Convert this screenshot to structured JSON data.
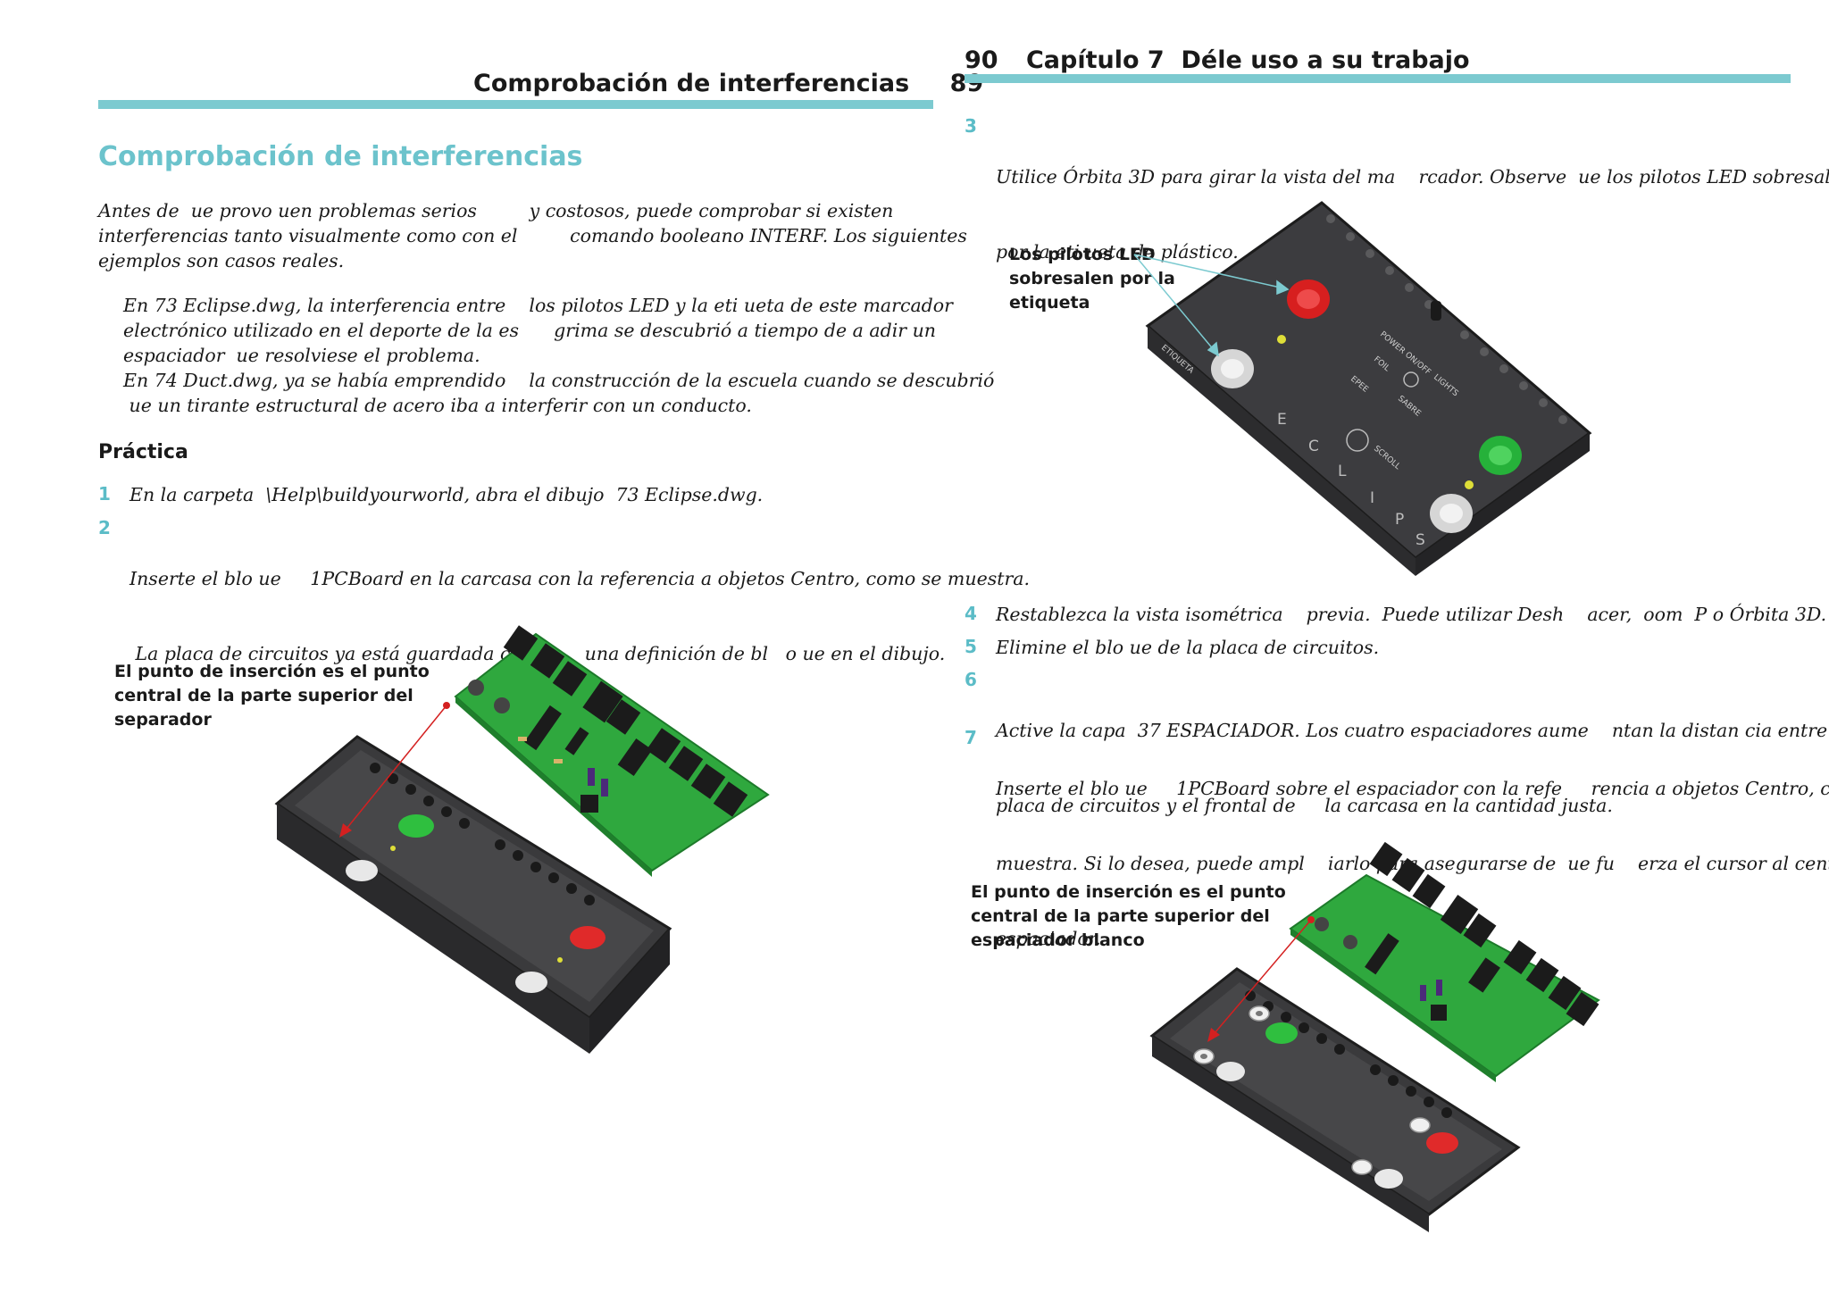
{
  "left_page": {
    "running_head": "Comprobación de interferencias",
    "page_number": "89",
    "section_title": "Comprobación de interferencias",
    "intro_lines": [
      "Antes de  ue provo uen problemas serios         y costosos, puede comprobar si existen",
      "interferencias tanto visualmente como con el         comando booleano INTERF. Los siguientes",
      "ejemplos son casos reales."
    ],
    "example_lines": [
      "En 73 Eclipse.dwg, la interferencia entre    los pilotos LED y la eti ueta de este marcador",
      "electrónico utilizado en el deporte de la es      grima se descubrió a tiempo de a adir un",
      "espaciador  ue resolviese el problema.",
      "En 74 Duct.dwg, ya se había emprendido    la construcción de la escuela cuando se descubrió",
      " ue un tirante estructural de acero iba a interferir con un conducto."
    ],
    "practice_heading": "Práctica",
    "steps": [
      {
        "num": "1",
        "lines": [
          "En la carpeta  \\Help\\buildyourworld, abra el dibujo  73 Eclipse.dwg."
        ]
      },
      {
        "num": "2",
        "lines": [
          "Inserte el blo ue     1PCBoard en la carcasa con la referencia a objetos Centro, como se muestra.",
          " La placa de circuitos ya está guardada como      una definición de bl   o ue en el dibujo."
        ]
      }
    ],
    "figure_callout": [
      "El punto de inserción es el punto",
      "central de la parte superior del",
      "separador"
    ]
  },
  "right_page": {
    "page_number": "90",
    "running_head": "Capítulo 7  Déle uso a su trabajo",
    "step3": {
      "num": "3",
      "lines": [
        "Utilice Órbita 3D para girar la vista del ma    rcador. Observe  ue los pilotos LED sobresalen",
        "por la eti ueta de plástico."
      ]
    },
    "led_callout": [
      "Los pilotos LED",
      "sobresalen por la",
      "etiqueta"
    ],
    "device_labels": {
      "power": "POWER",
      "onoff": "ON/OFF",
      "lights": "LIGHTS",
      "foil": "FOIL",
      "epee": "EPEE",
      "sabre": "SABRE",
      "scroll": "SCROLL",
      "etiqueta": "ETIQUETA",
      "letters": [
        "E",
        "C",
        "L",
        "I",
        "P",
        "S"
      ]
    },
    "steps": [
      {
        "num": "4",
        "lines": [
          "Restablezca la vista isométrica    previa.  Puede utilizar Desh    acer,  oom  P o Órbita 3D."
        ]
      },
      {
        "num": "5",
        "lines": [
          "Elimine el blo ue de la placa de circuitos."
        ]
      },
      {
        "num": "6",
        "lines": [
          "Active la capa  37 ESPACIADOR. Los cuatro espaciadores aume    ntan la distan cia entre la",
          "placa de circuitos y el frontal de     la carcasa en la cantidad justa."
        ]
      },
      {
        "num": "7",
        "lines": [
          "Inserte el blo ue     1PCBoard sobre el espaciador con la refe     rencia a objetos Centro, como se",
          "muestra. Si lo desea, puede ampl    iarlo para asegurarse de  ue fu    erza el cursor al centro del",
          "espaciador."
        ]
      }
    ],
    "figure_callout": [
      "El punto de inserción es el punto",
      "central de la parte superior del",
      "espaciador blanco"
    ]
  },
  "colors": {
    "accent": "#7ccad0",
    "step_number": "#5bbcc7",
    "board_green": "#2fa83e",
    "case_dark": "#2e2e30",
    "led_red": "#d42020",
    "arrow_red": "#d42020"
  }
}
